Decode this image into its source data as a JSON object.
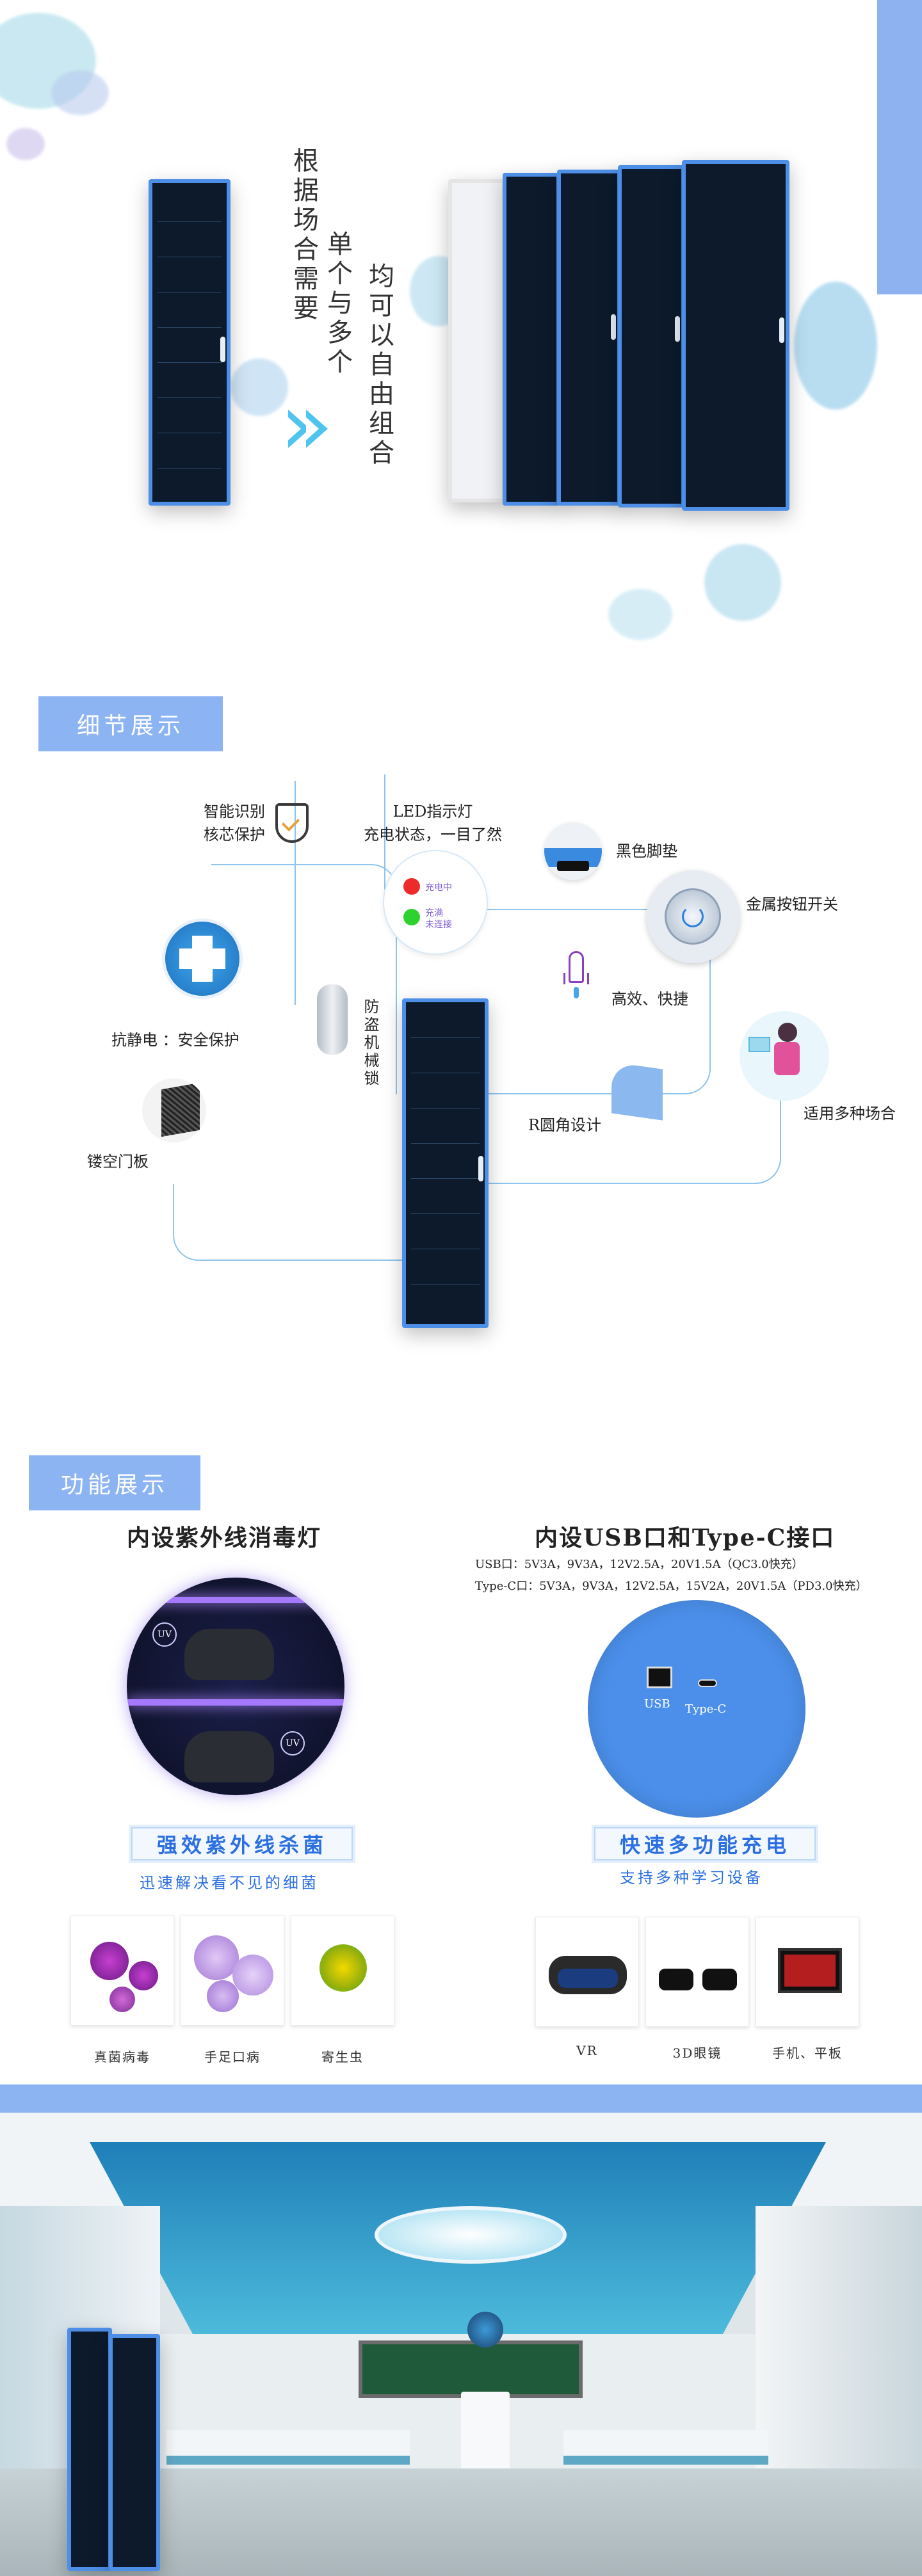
{
  "hero": {
    "line1": "根据场合需要",
    "line2": "单个与多个",
    "line3": "均可以自由组合"
  },
  "detail": {
    "tab": "细节展示",
    "chip_protect": "智能识别\n核芯保护",
    "led": "LED指示灯\n充电状态，一目了然",
    "led_charging": "充电中",
    "led_full": "充满\n未连接",
    "feet": "黑色脚垫",
    "switch": "金属按钮开关",
    "efficient": "高效、快捷",
    "scenes": "适用多种场合",
    "antistatic": "抗静电 ：安全保护",
    "lock": "防盗机械锁",
    "corner": "R圆角设计",
    "door": "镂空门板"
  },
  "functions": {
    "tab": "功能展示",
    "uv_title": "内设紫外线消毒灯",
    "usb_title": "内设USB口和Type-C接口",
    "usb_spec": "USB口：5V3A，9V3A，12V2.5A，20V1.5A（QC3.0快充）",
    "typec_spec": "Type-C口：5V3A，9V3A，12V2.5A，15V2A，20V1.5A（PD3.0快充）",
    "usb_label": "USB",
    "typec_label": "Type-C",
    "uv_badge": "强效紫外线杀菌",
    "uv_sub": "迅速解决看不见的细菌",
    "charge_badge": "快速多功能充电",
    "charge_sub": "支持多种学习设备",
    "uv_mark": "UV",
    "germs": [
      "真菌病毒",
      "手足口病",
      "寄生虫"
    ],
    "devices": [
      "VR",
      "3D眼镜",
      "手机、平板"
    ]
  },
  "colors": {
    "accent": "#8cb4f3",
    "brand_blue": "#2b6fe0",
    "cabinet_blue": "#4d8ee6",
    "line": "#8ec4ee"
  }
}
